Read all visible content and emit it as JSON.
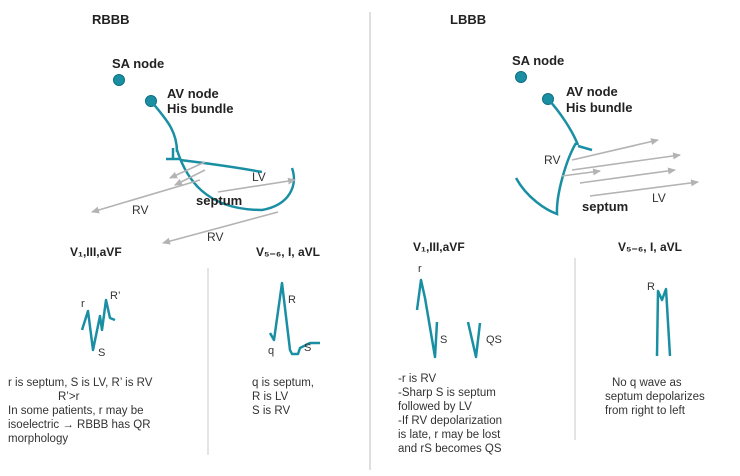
{
  "rbbb": {
    "title": "RBBB",
    "sa_node": "SA node",
    "av_node": "AV node",
    "his_bundle": "His bundle",
    "septum": "septum",
    "lv": "LV",
    "rv_upper": "RV",
    "rv_lower": "RV",
    "lead1_title": "V₁,III,aVF",
    "lead2_title": "V₅₋₆, I, aVL",
    "wave1": {
      "r": "r",
      "rp": "R’",
      "s": "S"
    },
    "wave2": {
      "r": "R",
      "q": "q",
      "s": "S"
    },
    "note1": [
      "r is septum, S is LV, R’ is RV",
      "R’>r",
      "In some patients, r may be",
      "isoelectric → RBBB has QR",
      "morphology"
    ],
    "note2": [
      "q is septum,",
      "R is LV",
      "S is RV"
    ]
  },
  "lbbb": {
    "title": "LBBB",
    "sa_node": "SA node",
    "av_node": "AV node",
    "his_bundle": "His bundle",
    "septum": "septum",
    "lv": "LV",
    "rv": "RV",
    "lead1_title": "V₁,III,aVF",
    "lead2_title": "V₅₋₆, I, aVL",
    "wave1": {
      "r": "r",
      "s": "S",
      "qs": "QS"
    },
    "wave2": {
      "r": "R"
    },
    "note1": [
      "-r is RV",
      "-Sharp S is septum",
      "followed by LV",
      "-If RV depolarization",
      "is late, r may be lost",
      "and rS becomes QS"
    ],
    "note2": [
      "No q wave as",
      "septum depolarizes",
      "from right to left"
    ]
  },
  "colors": {
    "accent": "#1a8fa3",
    "arrow": "#b3b3b3",
    "divider": "#c8c8c8"
  }
}
